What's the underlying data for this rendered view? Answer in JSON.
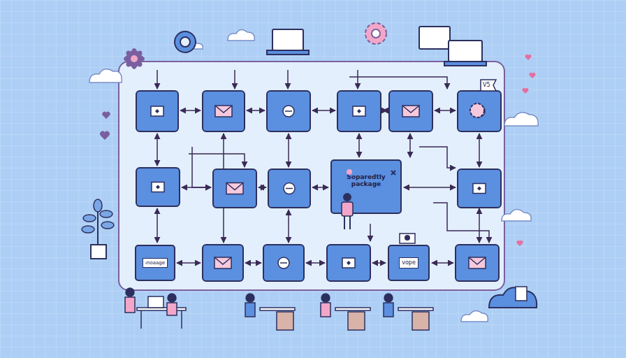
{
  "diagram": {
    "nodes": [
      {
        "text": [
          "Soparedtly package"
        ]
      },
      {
        "text": [
          "ınoaage"
        ]
      },
      {
        "text": [
          "vope"
        ]
      }
    ],
    "labels": [
      "V5"
    ]
  }
}
